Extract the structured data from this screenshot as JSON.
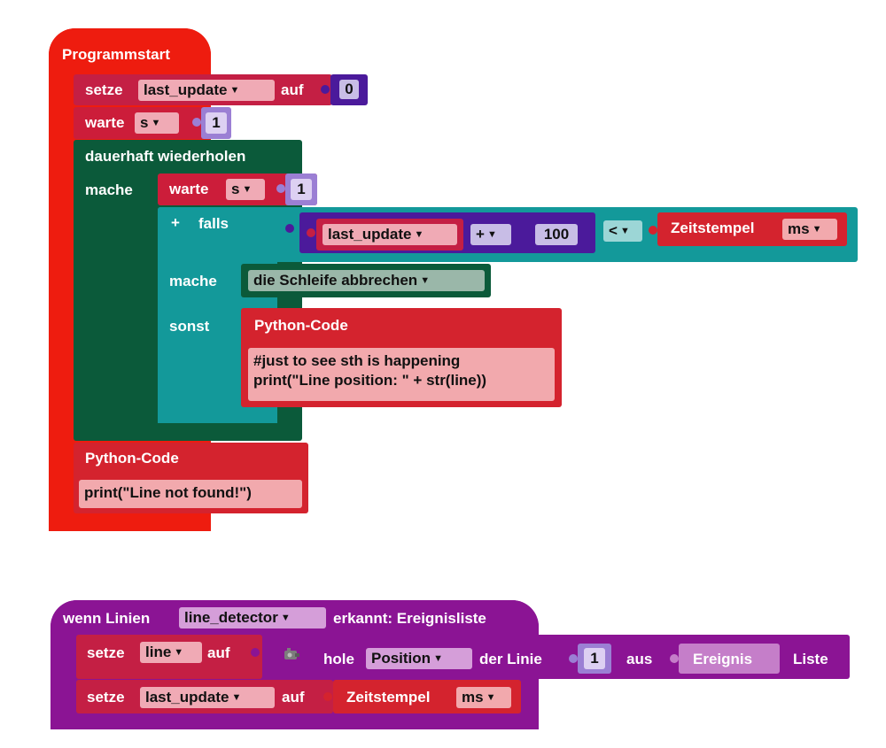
{
  "colors": {
    "event_red": "#ee1c0f",
    "var_red": "#c41f44",
    "loop_green": "#0b5a3a",
    "wait_red": "#cc1d3a",
    "if_teal": "#13999a",
    "py_red": "#d4232e",
    "event_purple": "#8b1494",
    "math_purple": "#4b1a9b"
  },
  "program_start": {
    "hat_label": "Programmstart",
    "set1": {
      "keyword": "setze",
      "var": "last_update",
      "to": "auf",
      "value": "0"
    },
    "wait1": {
      "keyword": "warte",
      "unit": "s",
      "value": "1"
    },
    "loop": {
      "label": "dauerhaft wiederholen",
      "do_label": "mache",
      "wait": {
        "keyword": "warte",
        "unit": "s",
        "value": "1"
      },
      "if_block": {
        "plus": "+",
        "if_label": "falls",
        "left_var": "last_update",
        "op_plus": "+",
        "add_value": "100",
        "compare": "<",
        "timestamp": "Zeitstempel",
        "timestamp_unit": "ms",
        "then_label": "mache",
        "break_label": "die Schleife abbrechen",
        "else_label": "sonst",
        "python": {
          "title": "Python-Code",
          "code": "#just to see sth is happening\nprint(\"Line position: \" + str(line))"
        }
      }
    },
    "python2": {
      "title": "Python-Code",
      "code": "print(\"Line not found!\")"
    }
  },
  "line_event": {
    "prefix": "wenn Linien",
    "detector": "line_detector",
    "suffix": "erkannt: Ereignisliste",
    "set_line": {
      "keyword": "setze",
      "var": "line",
      "to": "auf",
      "get_label": "hole",
      "field": "Position",
      "of_line": "der Linie",
      "index": "1",
      "from": "aus",
      "event": "Ereignis",
      "list": "Liste"
    },
    "set_update": {
      "keyword": "setze",
      "var": "last_update",
      "to": "auf",
      "timestamp": "Zeitstempel",
      "unit": "ms"
    }
  }
}
